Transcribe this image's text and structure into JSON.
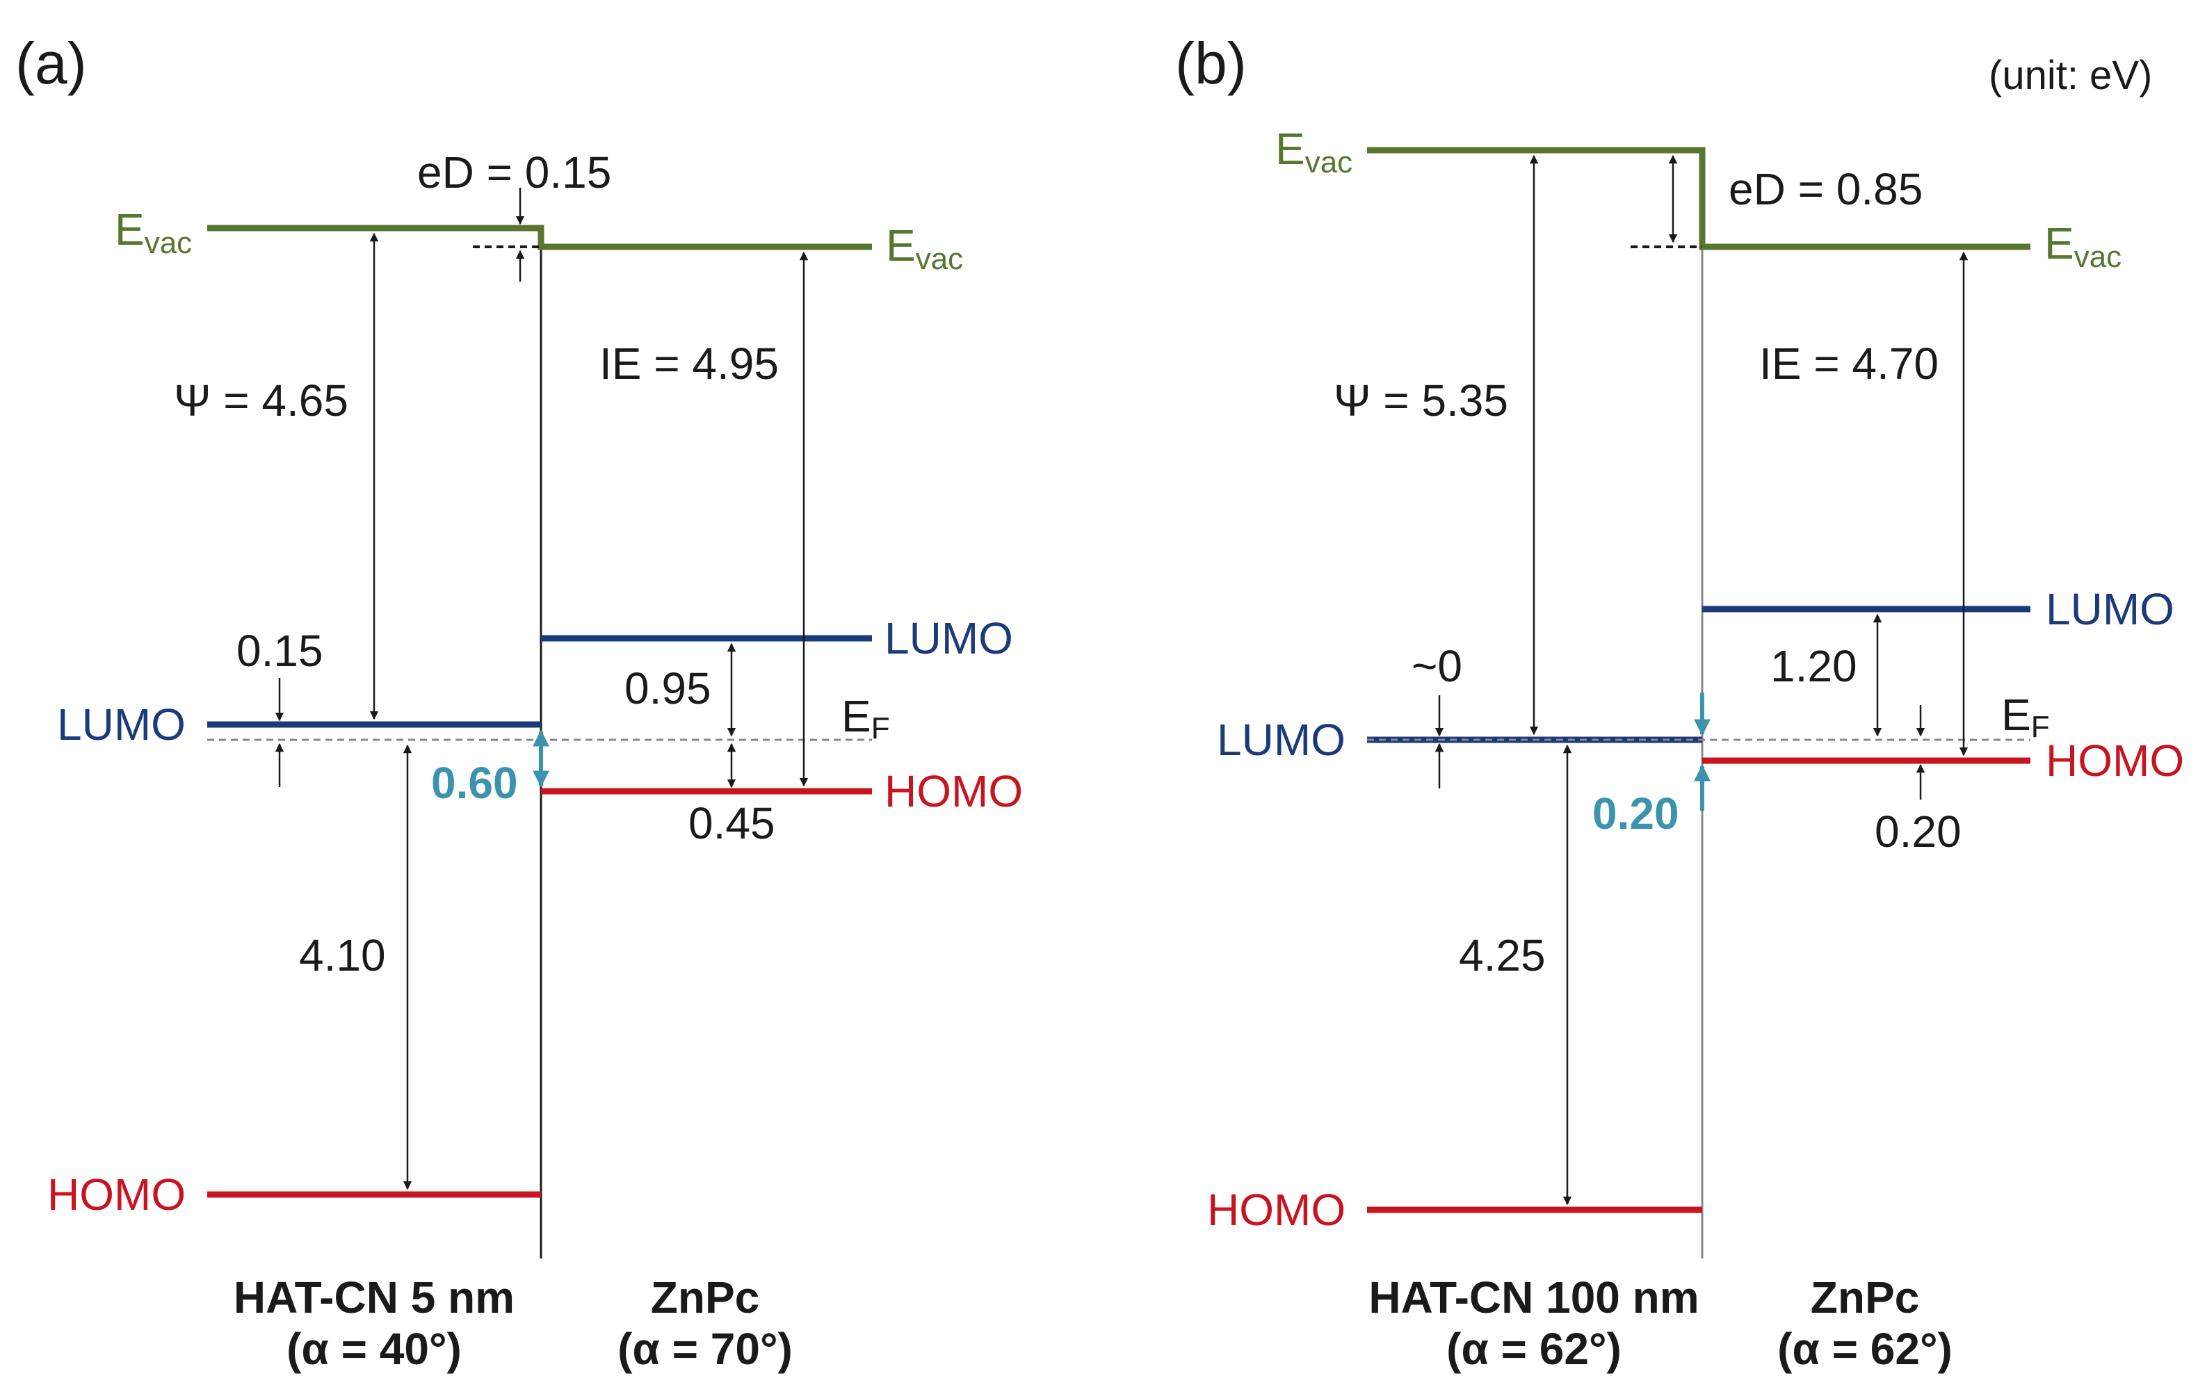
{
  "unit_label": "(unit: eV)",
  "panels": {
    "a": {
      "tag": "(a)",
      "evac_left": "E",
      "evac_left_sub": "vac",
      "evac_right": "E",
      "evac_right_sub": "vac",
      "ed": "eD = 0.15",
      "psi": "Ψ = 4.65",
      "ie": "IE = 4.95",
      "lumo_left": "LUMO",
      "homo_left": "HOMO",
      "lumo_right": "LUMO",
      "homo_right": "HOMO",
      "ef": "E",
      "ef_sub": "F",
      "lumo_ef_gap": "0.15",
      "homo_gap_left": "4.10",
      "lumo_gap_right": "0.95",
      "homo_gap_right": "0.45",
      "offset": "0.60",
      "left_name": "HAT-CN 5 nm",
      "left_angle": "(α = 40°)",
      "right_name": "ZnPc",
      "right_angle": "(α = 70°)"
    },
    "b": {
      "tag": "(b)",
      "evac_left": "E",
      "evac_left_sub": "vac",
      "evac_right": "E",
      "evac_right_sub": "vac",
      "ed": "eD = 0.85",
      "psi": "Ψ = 5.35",
      "ie": "IE = 4.70",
      "lumo_left": "LUMO",
      "homo_left": "HOMO",
      "lumo_right": "LUMO",
      "homo_right": "HOMO",
      "ef": "E",
      "ef_sub": "F",
      "lumo_ef_gap": "~0",
      "homo_gap_left": "4.25",
      "lumo_gap_right": "1.20",
      "homo_gap_right": "0.20",
      "offset": "0.20",
      "left_name": "HAT-CN 100 nm",
      "left_angle": "(α = 62°)",
      "right_name": "ZnPc",
      "right_angle": "(α = 62°)"
    }
  },
  "colors": {
    "vacuum_level": "#58772e",
    "lumo": "#1b3a7a",
    "homo": "#c8141e",
    "offset_arrow": "#3c93ad",
    "fermi_line": "#888888"
  }
}
